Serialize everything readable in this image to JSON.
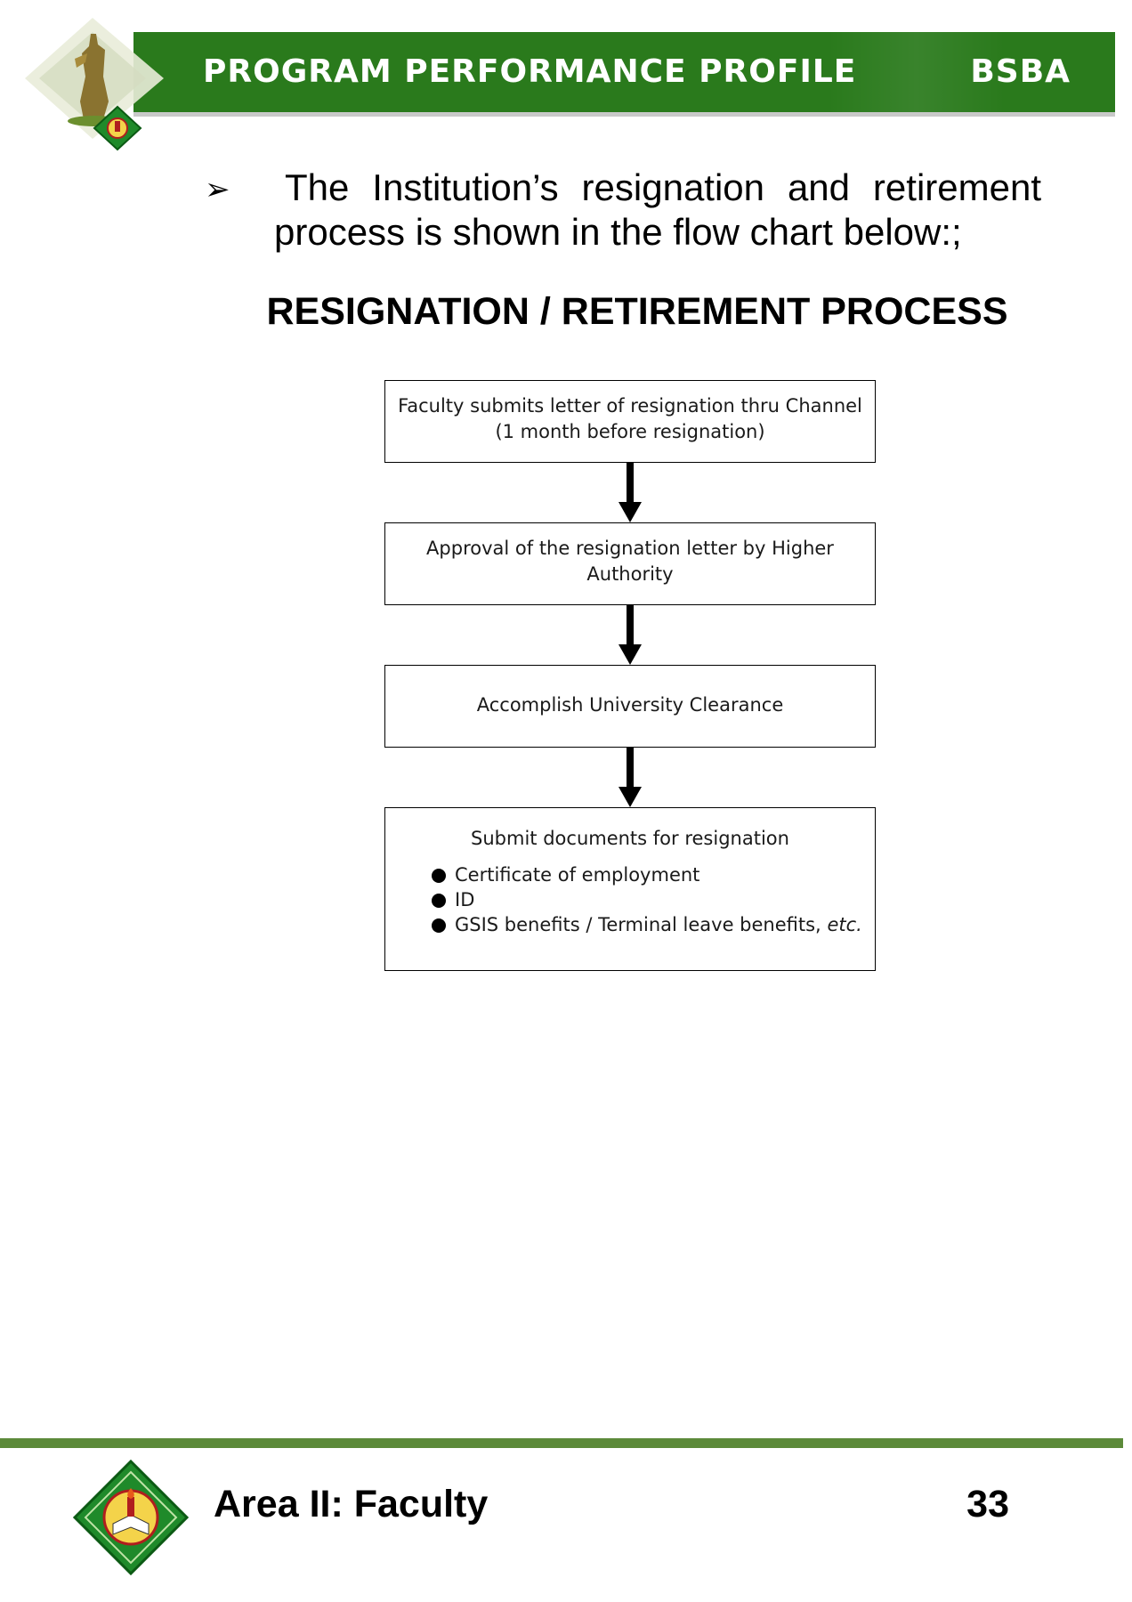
{
  "header": {
    "title": "PROGRAM PERFORMANCE PROFILE",
    "program_code": "BSBA",
    "band_color": "#2a7a1c"
  },
  "intro": {
    "bullet_icon": "arrowhead-bullet-icon",
    "line1": "The Institution’s resignation and retirement",
    "line2": "process is shown in the flow chart below:;"
  },
  "section_title": "RESIGNATION / RETIREMENT PROCESS",
  "flowchart": {
    "steps": [
      {
        "line1": "Faculty submits letter of resignation thru Channel",
        "line2": "(1 month before resignation)"
      },
      {
        "line1": "Approval of the resignation letter by Higher",
        "line2": "Authority"
      },
      {
        "line1": "Accomplish University Clearance"
      },
      {
        "title": "Submit documents for resignation",
        "items": [
          "Certificate of employment",
          "ID",
          "GSIS benefits / Terminal leave benefits,"
        ],
        "last_item_suffix": "etc."
      }
    ]
  },
  "footer": {
    "area": "Area II: Faculty",
    "page_number": "33",
    "rule_color": "#5c8a3a"
  }
}
